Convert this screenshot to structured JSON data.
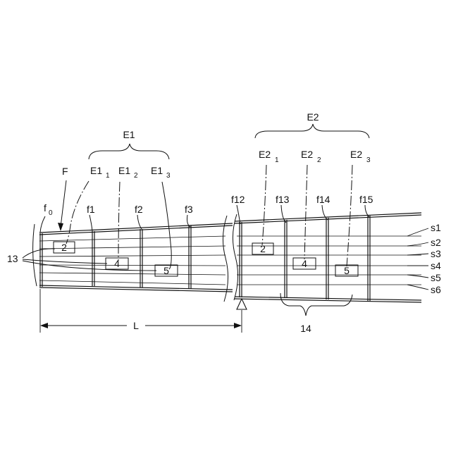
{
  "labels": {
    "E1": "E1",
    "E2": "E2",
    "F": "F",
    "L": "L",
    "f0_main": "f",
    "f0_sub": "0",
    "E1_1_main": "E1",
    "E1_1_sub": "1",
    "E1_2_main": "E1",
    "E1_2_sub": "2",
    "E1_3_main": "E1",
    "E1_3_sub": "3",
    "E2_1_main": "E2",
    "E2_1_sub": "1",
    "E2_2_main": "E2",
    "E2_2_sub": "2",
    "E2_3_main": "E2",
    "E2_3_sub": "3",
    "f1": "f1",
    "f2": "f2",
    "f3": "f3",
    "f12": "f12",
    "f13": "f13",
    "f14": "f14",
    "f15": "f15",
    "s1": "s1",
    "s2": "s2",
    "s3": "s3",
    "s4": "s4",
    "s5": "s5",
    "s6": "s6",
    "n13": "13",
    "n14": "14"
  },
  "markers": {
    "left": [
      "2",
      "4",
      "5"
    ],
    "right": [
      "2",
      "4",
      "5"
    ]
  }
}
